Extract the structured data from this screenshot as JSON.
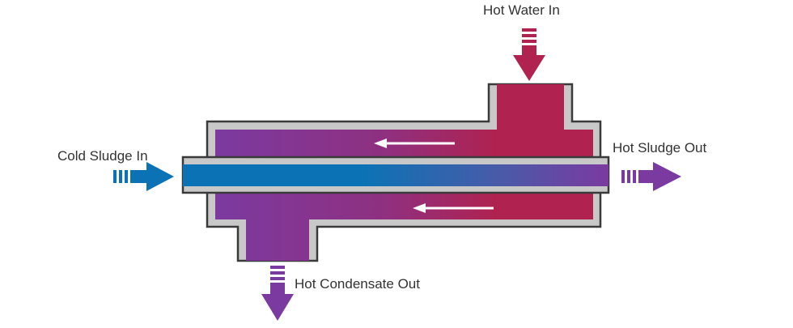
{
  "labels": {
    "hot_water_in": "Hot Water In",
    "cold_sludge_in": "Cold Sludge In",
    "hot_sludge_out": "Hot Sludge Out",
    "hot_condensate_out": "Hot Condensate Out"
  },
  "colors": {
    "hot": "#b0224f",
    "warm_purple": "#7b3aa0",
    "cold_blue": "#0b73b5",
    "shell_gray": "#c8c8c8",
    "outline": "#3a3a3a",
    "flow_arrow": "#ffffff"
  },
  "icons": [
    "down-arrow-icon",
    "right-arrow-icon",
    "left-arrow-icon"
  ]
}
